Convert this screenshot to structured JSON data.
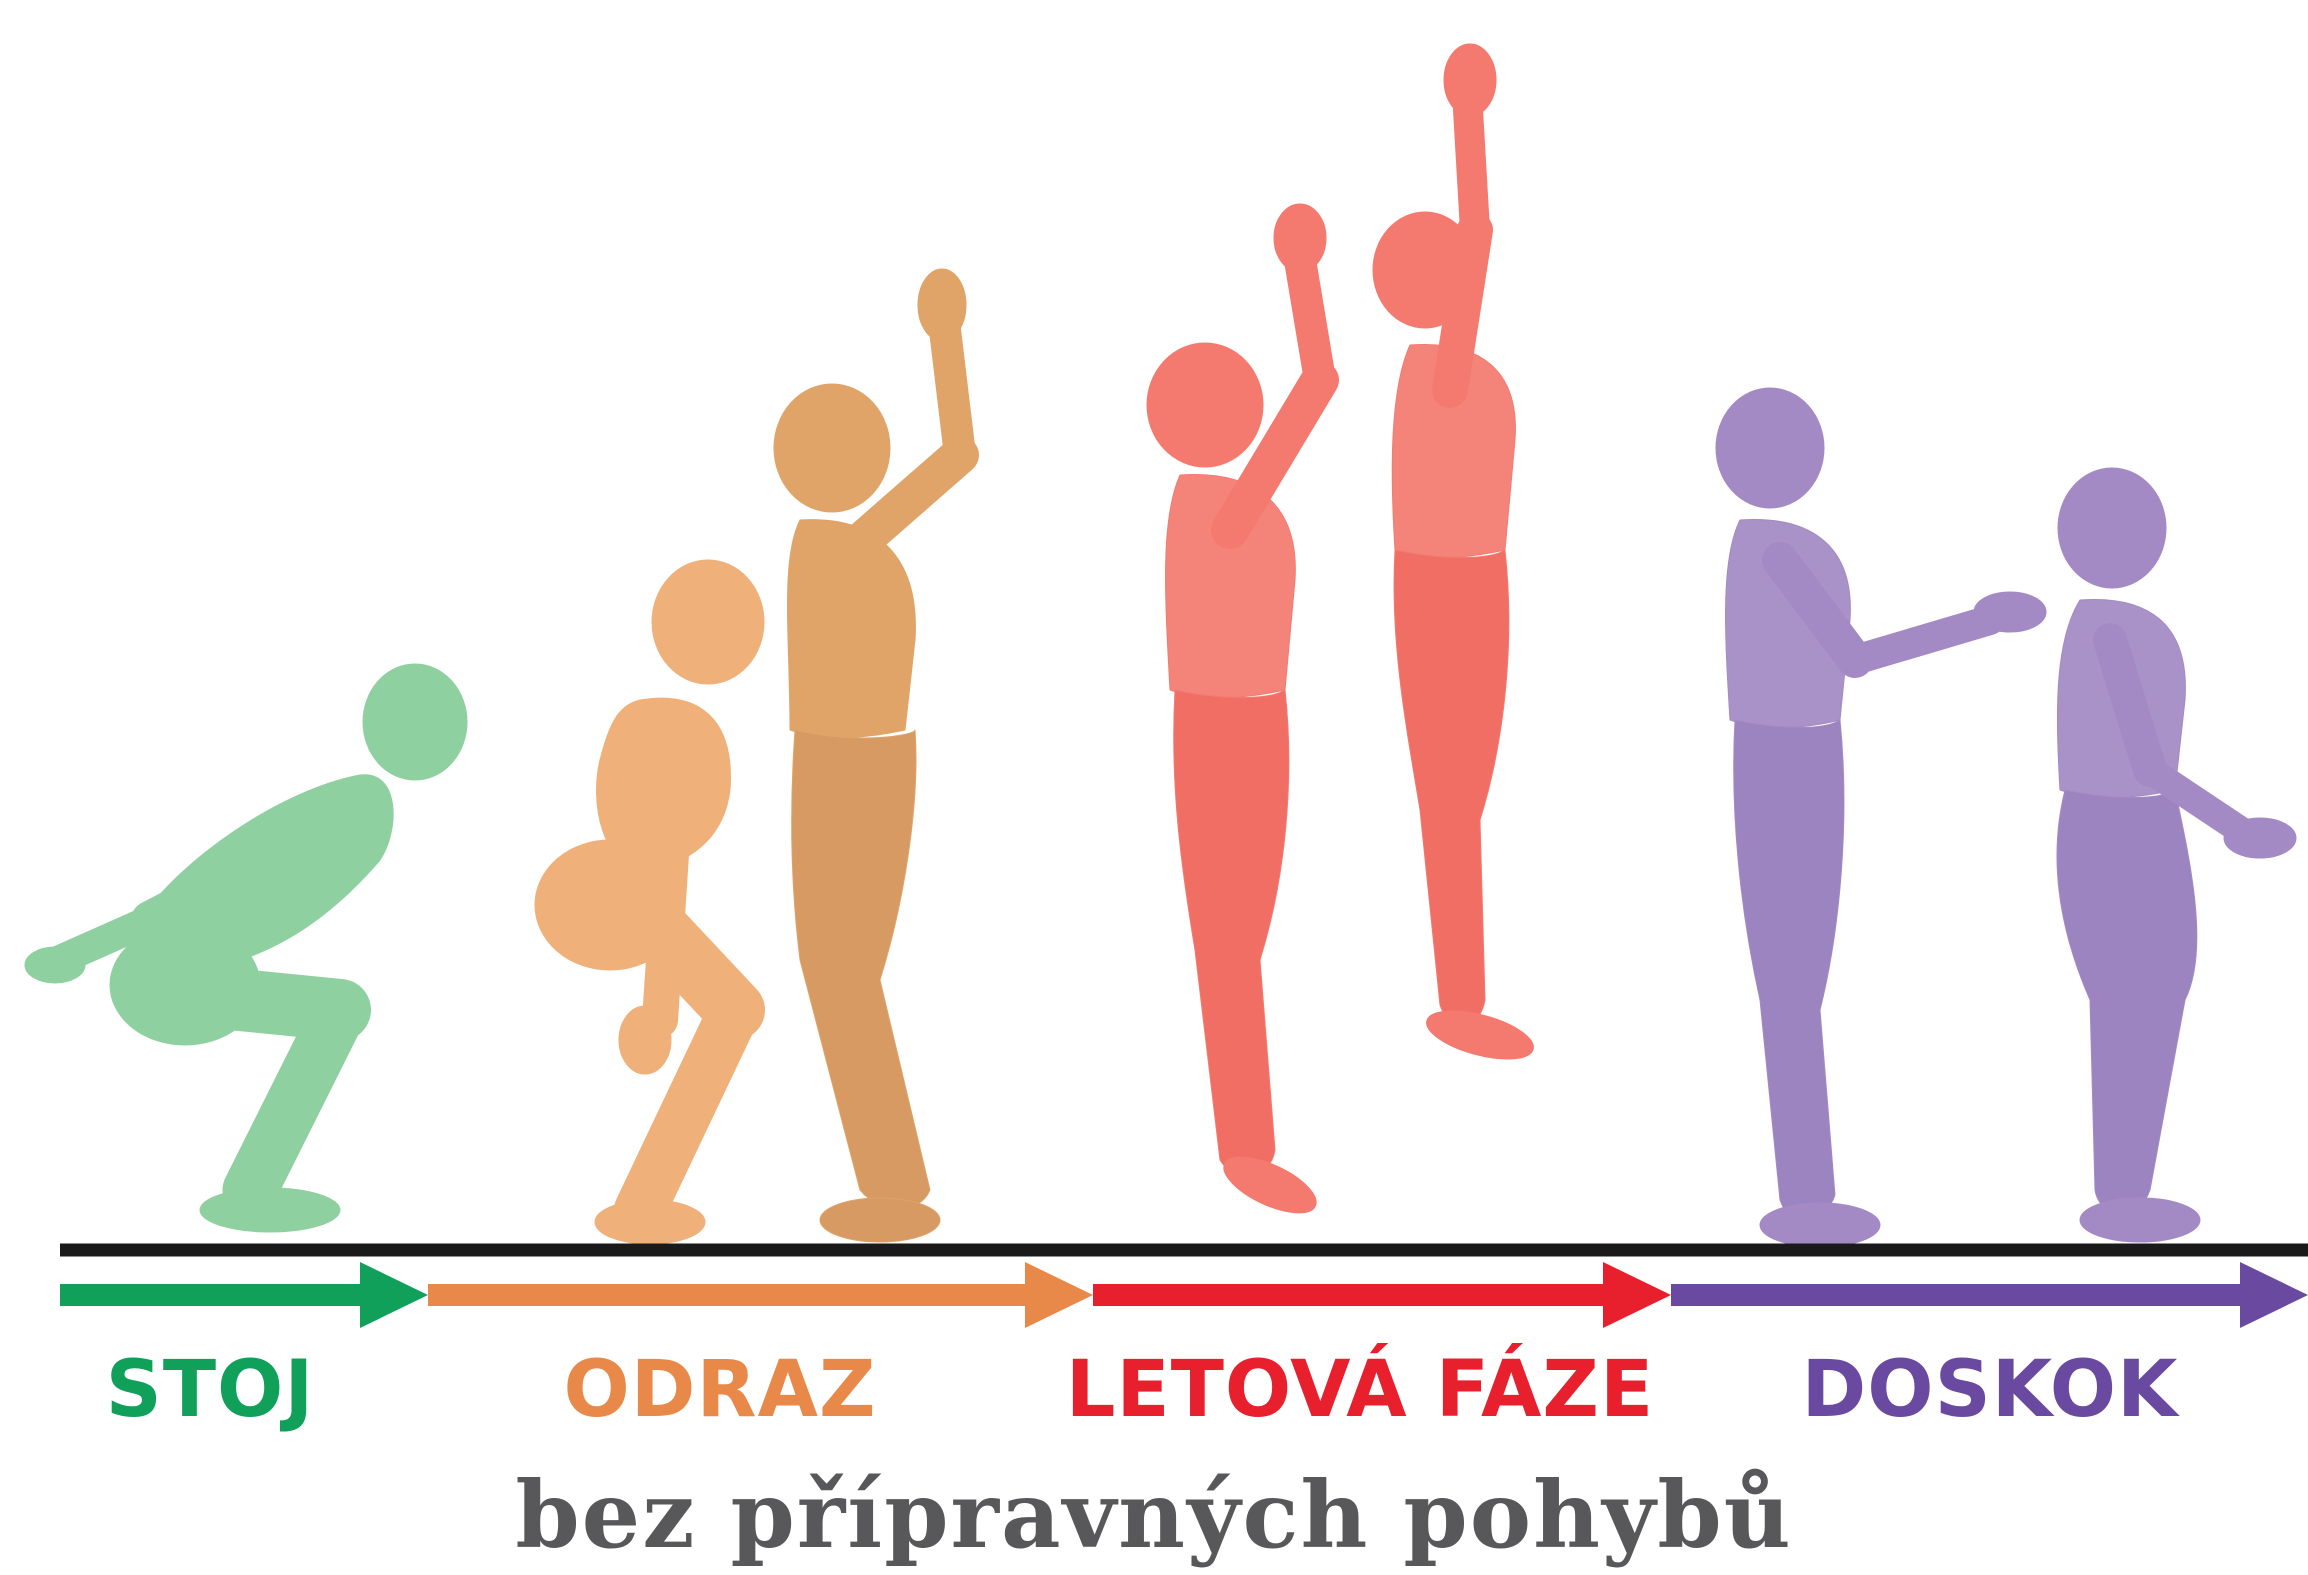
{
  "phases": [
    {
      "label": "STOJ",
      "color": "#10a05a",
      "figure_color": "#8fd0a0"
    },
    {
      "label": "ODRAZ",
      "color": "#e8894a",
      "figure_color": "#f0b07a"
    },
    {
      "label": "LETOVÁ FÁZE",
      "color": "#e8202e",
      "figure_color": "#f47a70"
    },
    {
      "label": "DOSKOK",
      "color": "#6a4aa0",
      "figure_color": "#a48ac4"
    }
  ],
  "caption": "bez přípravných pohybů",
  "ground_color": "#1a1a1a"
}
